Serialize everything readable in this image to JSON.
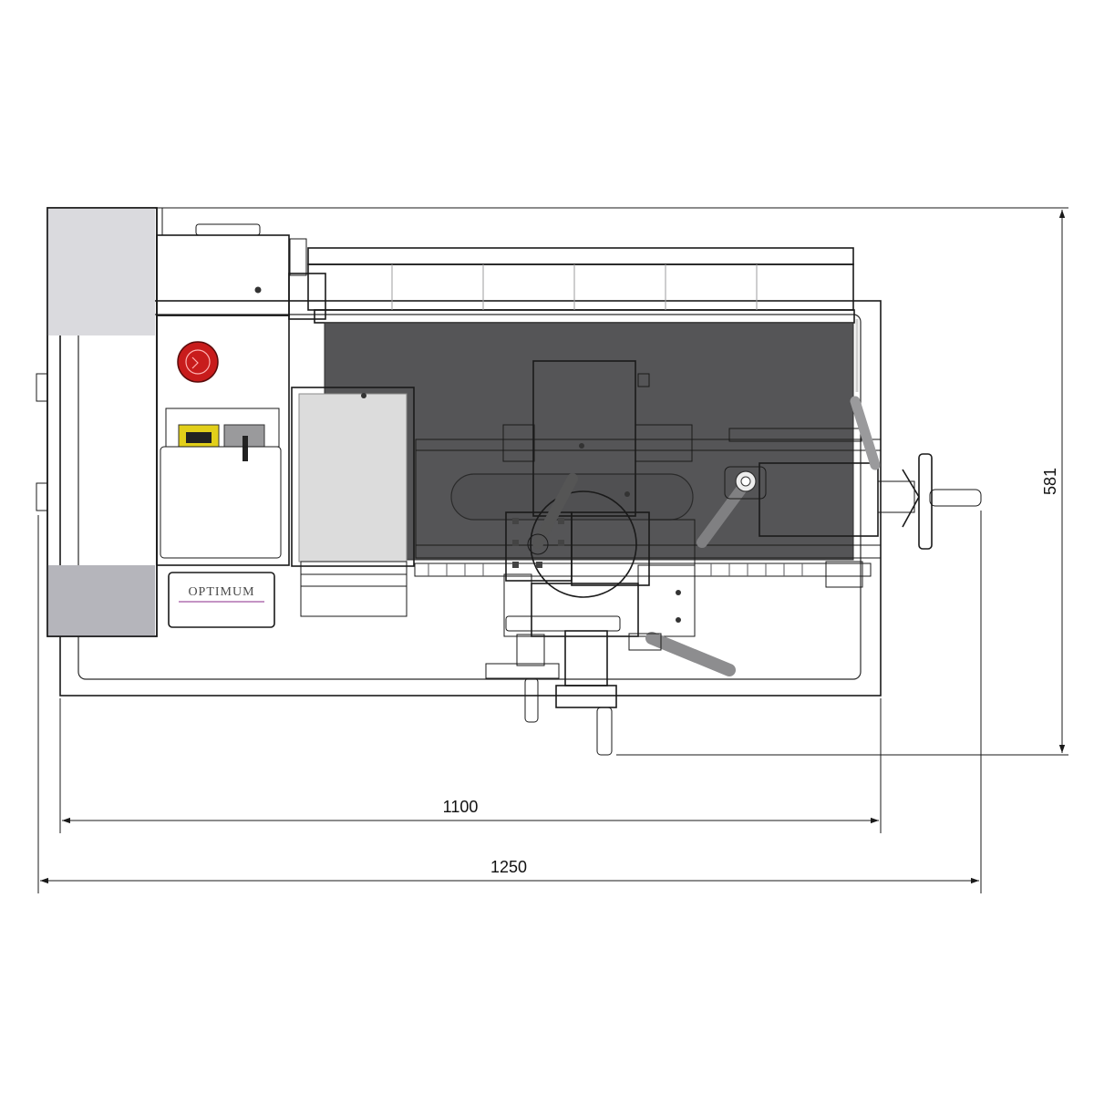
{
  "drawing": {
    "subject": "lathe-top-view",
    "brand_logo": "OPTIMUM",
    "colors": {
      "bed": "#4f4f51",
      "housing": "#cfcfd3",
      "housing_shadow": "#b9b9bf",
      "panel": "#8e8e92",
      "accent": "#c020c0",
      "emergency_stop": "#d42020",
      "switch": "#e8d21c",
      "metal": "#9a9a9c",
      "dark_panel": "#3c3c3e"
    }
  },
  "dimensions": {
    "height_label": "581",
    "inner_width_label": "1100",
    "overall_width_label": "1250"
  }
}
